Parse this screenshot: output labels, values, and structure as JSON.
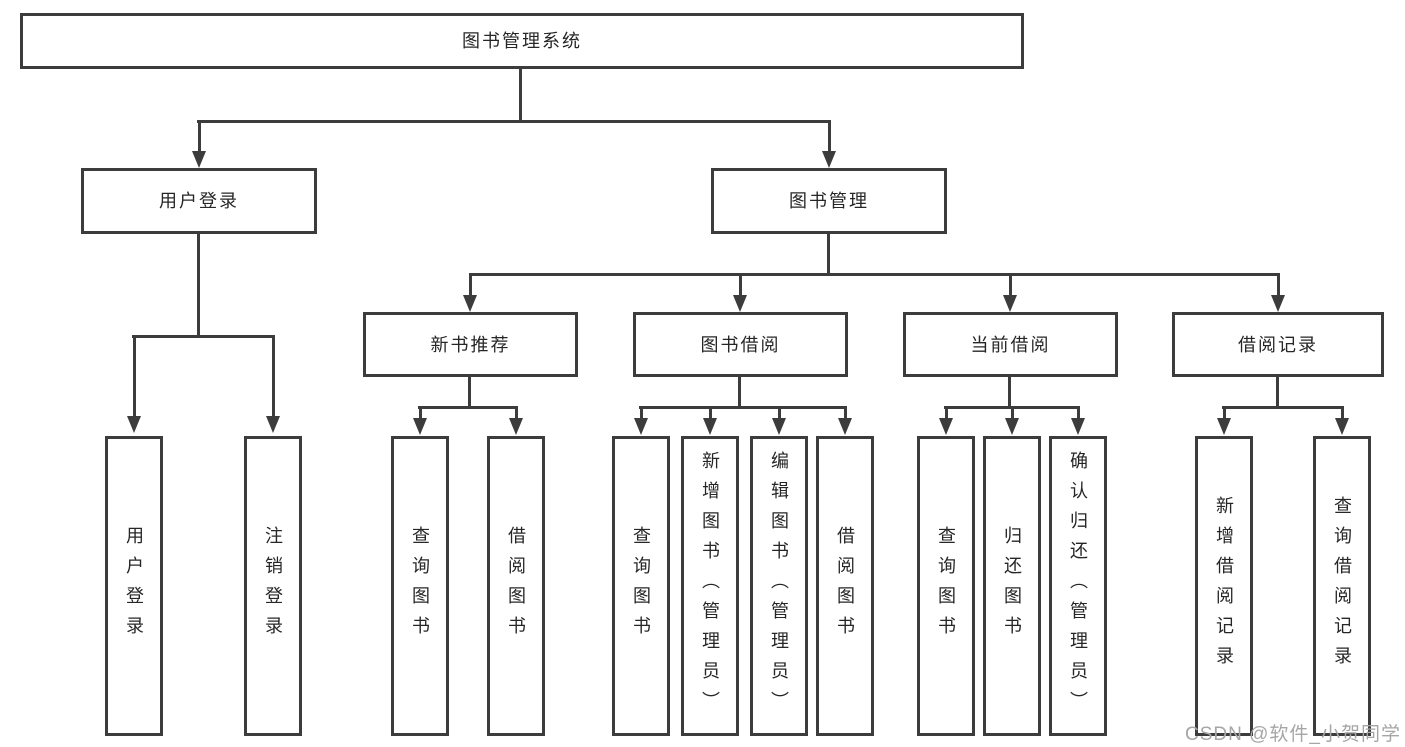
{
  "diagram_type": "hierarchy-tree",
  "colors": {
    "line": "#3c3c3c",
    "box_border": "#3c3c3c",
    "box_fill": "#ffffff",
    "text": "#262626",
    "watermark": "#a6a6a6",
    "background": "#ffffff"
  },
  "watermark": {
    "text": "CSDN @软件_小贺同学"
  },
  "tree": {
    "label": "图书管理系统",
    "children": [
      {
        "label": "用户登录",
        "children": [
          {
            "label": "用户登录"
          },
          {
            "label": "注销登录"
          }
        ]
      },
      {
        "label": "图书管理",
        "children": [
          {
            "label": "新书推荐",
            "children": [
              {
                "label": "查询图书"
              },
              {
                "label": "借阅图书"
              }
            ]
          },
          {
            "label": "图书借阅",
            "children": [
              {
                "label": "查询图书"
              },
              {
                "label": "新增图书（管理员）"
              },
              {
                "label": "编辑图书（管理员）"
              },
              {
                "label": "借阅图书"
              }
            ]
          },
          {
            "label": "当前借阅",
            "children": [
              {
                "label": "查询图书"
              },
              {
                "label": "归还图书"
              },
              {
                "label": "确认归还（管理员）"
              }
            ]
          },
          {
            "label": "借阅记录",
            "children": [
              {
                "label": "新增借阅记录"
              },
              {
                "label": "查询借阅记录"
              }
            ]
          }
        ]
      }
    ]
  }
}
